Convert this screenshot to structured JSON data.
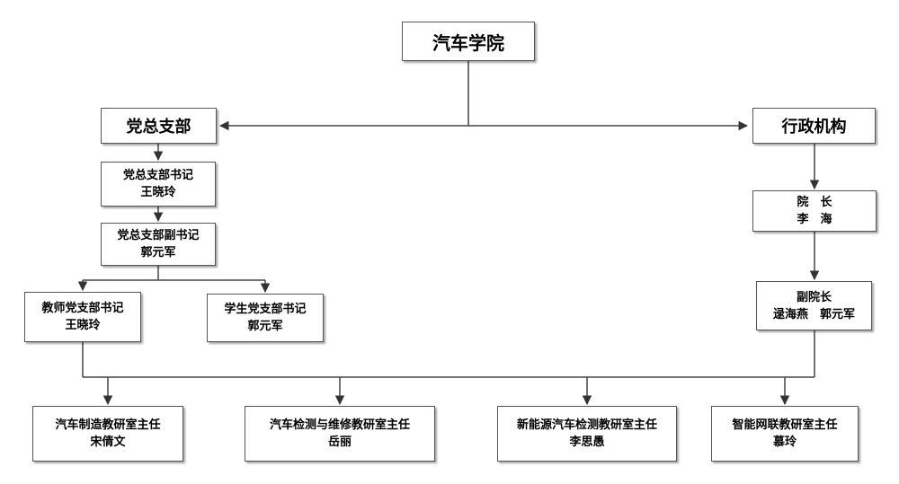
{
  "root": {
    "label": "汽车学院"
  },
  "party": {
    "head": {
      "label": "党总支部"
    },
    "secretary": {
      "title": "党总支部书记",
      "name": "王晓玲"
    },
    "deputy": {
      "title": "党总支部副书记",
      "name": "郭元军"
    },
    "teacher_branch": {
      "title": "教师党支部书记",
      "name": "王晓玲"
    },
    "student_branch": {
      "title": "学生党支部书记",
      "name": "郭元军"
    }
  },
  "admin": {
    "head": {
      "label": "行政机构"
    },
    "dean": {
      "title": "院　长",
      "name": "李　海"
    },
    "vice_dean": {
      "title": "副院长",
      "name": "逯海燕　郭元军"
    }
  },
  "labs": [
    {
      "title": "汽车制造教研室主任",
      "name": "宋倩文"
    },
    {
      "title": "汽车检测与维修教研室主任",
      "name": "岳丽"
    },
    {
      "title": "新能源汽车检测教研室主任",
      "name": "李思愚"
    },
    {
      "title": "智能网联教研室主任",
      "name": "慕玲"
    }
  ]
}
